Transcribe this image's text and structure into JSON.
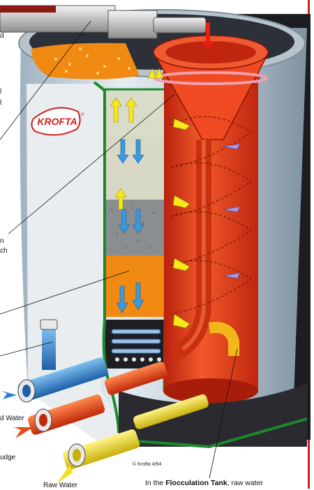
{
  "brand": {
    "logo_text": "KROFTA",
    "registered_mark": "®"
  },
  "credit": "© Krofta 4/94",
  "caption": {
    "prefix": "In the ",
    "emphasis": "Flocculation Tank",
    "suffix": ", raw water"
  },
  "side_labels": {
    "top_left": "d",
    "fragment_1": "l",
    "fragment_2": "l",
    "fragment_3": "n",
    "fragment_4": "ch",
    "treated_water": "d Water",
    "sludge": "udge",
    "raw_water": "Raw Water"
  },
  "colors": {
    "tank_shell": "#c9d4dc",
    "flocculation_tank": "#e8341c",
    "outline_green": "#1a8a2a",
    "filter_orange": "#f08a12",
    "sand_grey": "#8a8e90",
    "treated_pipe": "#2a7fd0",
    "sludge_pipe": "#e84a12",
    "raw_pipe": "#f2e020",
    "flow_arrow_yellow": "#f6e81a",
    "flow_arrow_blue": "#3a9ae0",
    "swirl_purple": "#9a8ad0",
    "border_red": "#d02020"
  },
  "icons": [
    "flow-arrow-up-icon",
    "flow-arrow-down-icon",
    "swirl-arrow-icon",
    "inlet-arrow-icon"
  ]
}
